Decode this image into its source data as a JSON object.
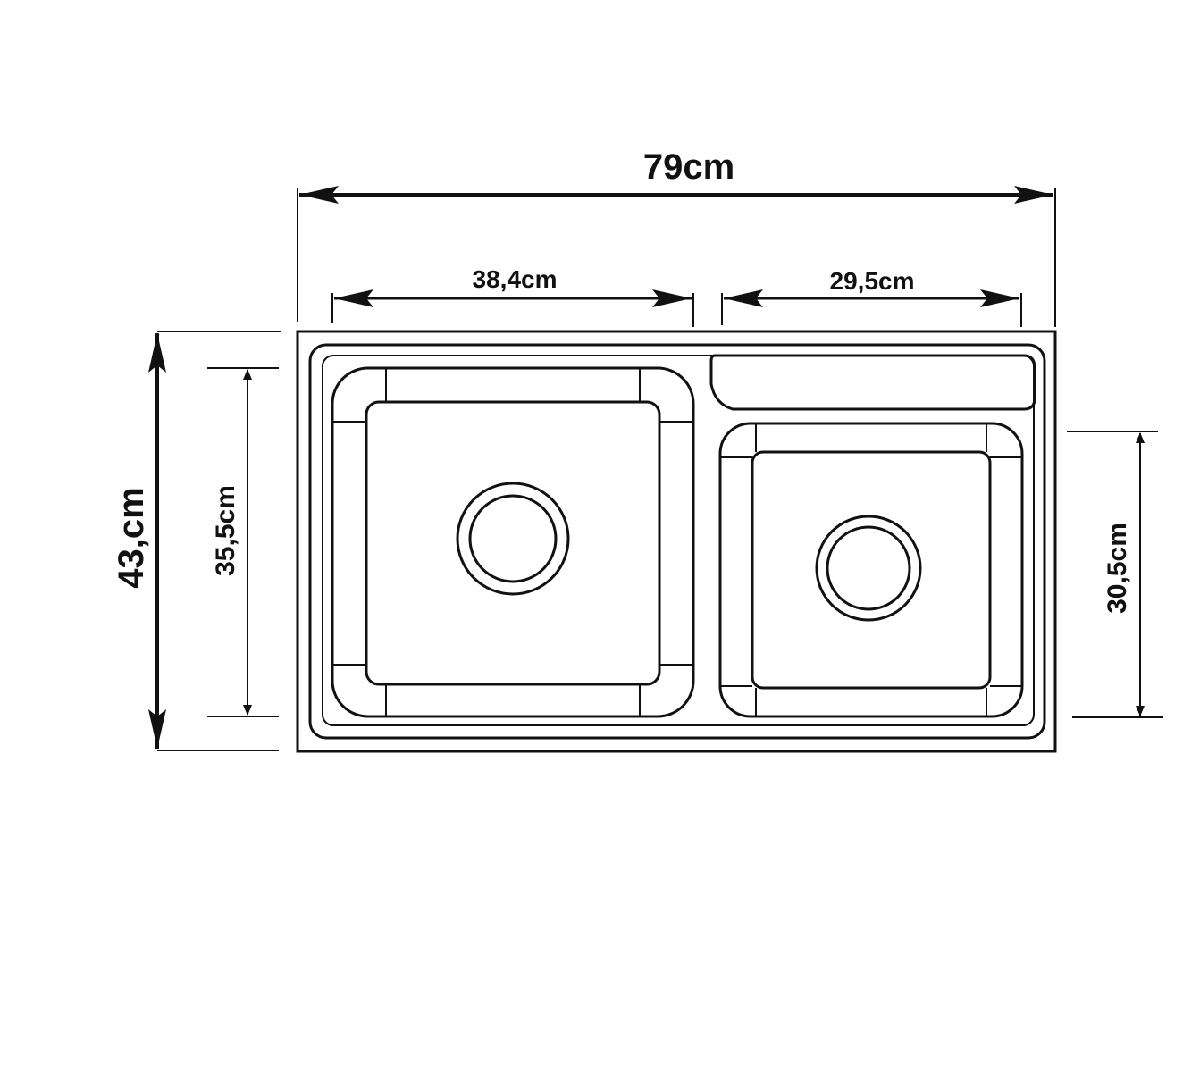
{
  "dimensions": {
    "overall_width": "79cm",
    "overall_depth": "43,cm",
    "left_bowl_width": "38,4cm",
    "left_bowl_depth": "35,5cm",
    "right_bowl_width": "29,5cm",
    "right_bowl_depth": "30,5cm"
  },
  "colors": {
    "line": "#111111",
    "background": "#ffffff"
  }
}
